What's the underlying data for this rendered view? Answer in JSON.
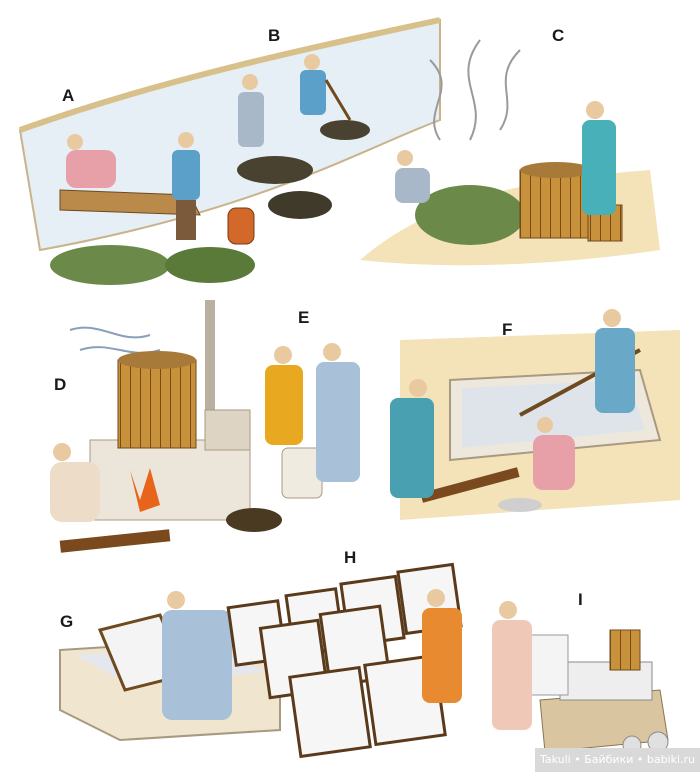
{
  "labels": {
    "a": "A",
    "b": "B",
    "c": "C",
    "d": "D",
    "e": "E",
    "f": "F",
    "g": "G",
    "h": "H",
    "i": "I"
  },
  "watermark": "Takuli • Байбики • babiki.ru"
}
